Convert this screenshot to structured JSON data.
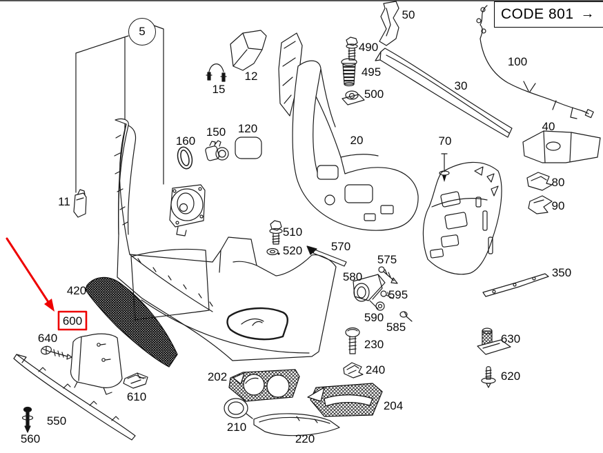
{
  "code_box": {
    "label": "CODE 801",
    "arrow": "→"
  },
  "callout": {
    "label": "5"
  },
  "highlight": {
    "label": "600",
    "color": "#ee0000"
  },
  "parts": [
    {
      "label": "50"
    },
    {
      "label": "490"
    },
    {
      "label": "495"
    },
    {
      "label": "500"
    },
    {
      "label": "15"
    },
    {
      "label": "12"
    },
    {
      "label": "30"
    },
    {
      "label": "100"
    },
    {
      "label": "40"
    },
    {
      "label": "160"
    },
    {
      "label": "150"
    },
    {
      "label": "120"
    },
    {
      "label": "20"
    },
    {
      "label": "70"
    },
    {
      "label": "80"
    },
    {
      "label": "90"
    },
    {
      "label": "350"
    },
    {
      "label": "11"
    },
    {
      "label": "510"
    },
    {
      "label": "520"
    },
    {
      "label": "570"
    },
    {
      "label": "575"
    },
    {
      "label": "580"
    },
    {
      "label": "595"
    },
    {
      "label": "590"
    },
    {
      "label": "585"
    },
    {
      "label": "230"
    },
    {
      "label": "240"
    },
    {
      "label": "202"
    },
    {
      "label": "210"
    },
    {
      "label": "220"
    },
    {
      "label": "204"
    },
    {
      "label": "630"
    },
    {
      "label": "620"
    },
    {
      "label": "420"
    },
    {
      "label": "640"
    },
    {
      "label": "610"
    },
    {
      "label": "550"
    },
    {
      "label": "560"
    }
  ]
}
